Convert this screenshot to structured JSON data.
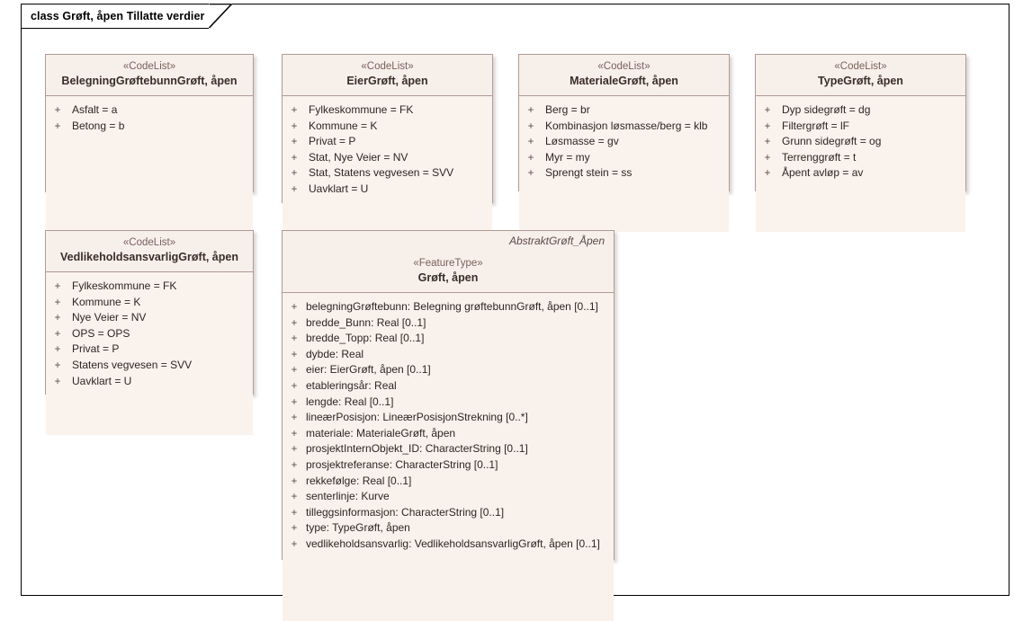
{
  "diagram": {
    "title": "class Grøft, åpen Tillatte verdier",
    "border_color": "#000000",
    "box_fill": "#fdf9f6",
    "box_header_fill": "#f7efe9",
    "box_border": "#b09a95"
  },
  "classes": [
    {
      "id": "belegning-groftebunn-groft-apen",
      "stereotype": "«CodeList»",
      "name": "BelegningGrøftebunnGrøft, åpen",
      "parent": "",
      "attributes": [
        {
          "visibility": "+",
          "text": "Asfalt = a"
        },
        {
          "visibility": "+",
          "text": "Betong = b"
        }
      ]
    },
    {
      "id": "eier-groft-apen",
      "stereotype": "«CodeList»",
      "name": "EierGrøft, åpen",
      "parent": "",
      "attributes": [
        {
          "visibility": "+",
          "text": "Fylkeskommune = FK"
        },
        {
          "visibility": "+",
          "text": "Kommune = K"
        },
        {
          "visibility": "+",
          "text": "Privat = P"
        },
        {
          "visibility": "+",
          "text": "Stat, Nye Veier = NV"
        },
        {
          "visibility": "+",
          "text": "Stat, Statens vegvesen = SVV"
        },
        {
          "visibility": "+",
          "text": "Uavklart = U"
        }
      ]
    },
    {
      "id": "materiale-groft-apen",
      "stereotype": "«CodeList»",
      "name": "MaterialeGrøft, åpen",
      "parent": "",
      "attributes": [
        {
          "visibility": "+",
          "text": "Berg = br"
        },
        {
          "visibility": "+",
          "text": "Kombinasjon løsmasse/berg = klb"
        },
        {
          "visibility": "+",
          "text": "Løsmasse = gv"
        },
        {
          "visibility": "+",
          "text": "Myr = my"
        },
        {
          "visibility": "+",
          "text": "Sprengt stein = ss"
        }
      ]
    },
    {
      "id": "type-groft-apen",
      "stereotype": "«CodeList»",
      "name": "TypeGrøft, åpen",
      "parent": "",
      "attributes": [
        {
          "visibility": "+",
          "text": "Dyp sidegrøft = dg"
        },
        {
          "visibility": "+",
          "text": "Filtergrøft = lF"
        },
        {
          "visibility": "+",
          "text": "Grunn sidegrøft = og"
        },
        {
          "visibility": "+",
          "text": "Terrenggrøft = t"
        },
        {
          "visibility": "+",
          "text": "Åpent avløp = av"
        }
      ]
    },
    {
      "id": "vedlikeholdsansvarlig-groft-apen",
      "stereotype": "«CodeList»",
      "name": "VedlikeholdsansvarligGrøft, åpen",
      "parent": "",
      "attributes": [
        {
          "visibility": "+",
          "text": "Fylkeskommune = FK"
        },
        {
          "visibility": "+",
          "text": "Kommune = K"
        },
        {
          "visibility": "+",
          "text": "Nye Veier = NV"
        },
        {
          "visibility": "+",
          "text": "OPS = OPS"
        },
        {
          "visibility": "+",
          "text": "Privat = P"
        },
        {
          "visibility": "+",
          "text": "Statens vegvesen = SVV"
        },
        {
          "visibility": "+",
          "text": "Uavklart = U"
        }
      ]
    },
    {
      "id": "groft-apen",
      "stereotype": "«FeatureType»",
      "name": "Grøft, åpen",
      "parent": "AbstraktGrøft_Åpen",
      "attributes": [
        {
          "visibility": "+",
          "text": "belegningGrøftebunn: Belegning grøftebunnGrøft, åpen [0..1]"
        },
        {
          "visibility": "+",
          "text": "bredde_Bunn: Real [0..1]"
        },
        {
          "visibility": "+",
          "text": "bredde_Topp: Real [0..1]"
        },
        {
          "visibility": "+",
          "text": "dybde: Real"
        },
        {
          "visibility": "+",
          "text": "eier: EierGrøft, åpen [0..1]"
        },
        {
          "visibility": "+",
          "text": "etableringsår: Real"
        },
        {
          "visibility": "+",
          "text": "lengde: Real [0..1]"
        },
        {
          "visibility": "+",
          "text": "lineærPosisjon: LineærPosisjonStrekning [0..*]"
        },
        {
          "visibility": "+",
          "text": "materiale: MaterialeGrøft, åpen"
        },
        {
          "visibility": "+",
          "text": "prosjektInternObjekt_ID: CharacterString [0..1]"
        },
        {
          "visibility": "+",
          "text": "prosjektreferanse: CharacterString [0..1]"
        },
        {
          "visibility": "+",
          "text": "rekkefølge: Real [0..1]"
        },
        {
          "visibility": "+",
          "text": "senterlinje: Kurve"
        },
        {
          "visibility": "+",
          "text": "tilleggsinformasjon: CharacterString [0..1]"
        },
        {
          "visibility": "+",
          "text": "type: TypeGrøft, åpen"
        },
        {
          "visibility": "+",
          "text": "vedlikeholdsansvarlig: VedlikeholdsansvarligGrøft, åpen [0..1]"
        }
      ]
    }
  ]
}
